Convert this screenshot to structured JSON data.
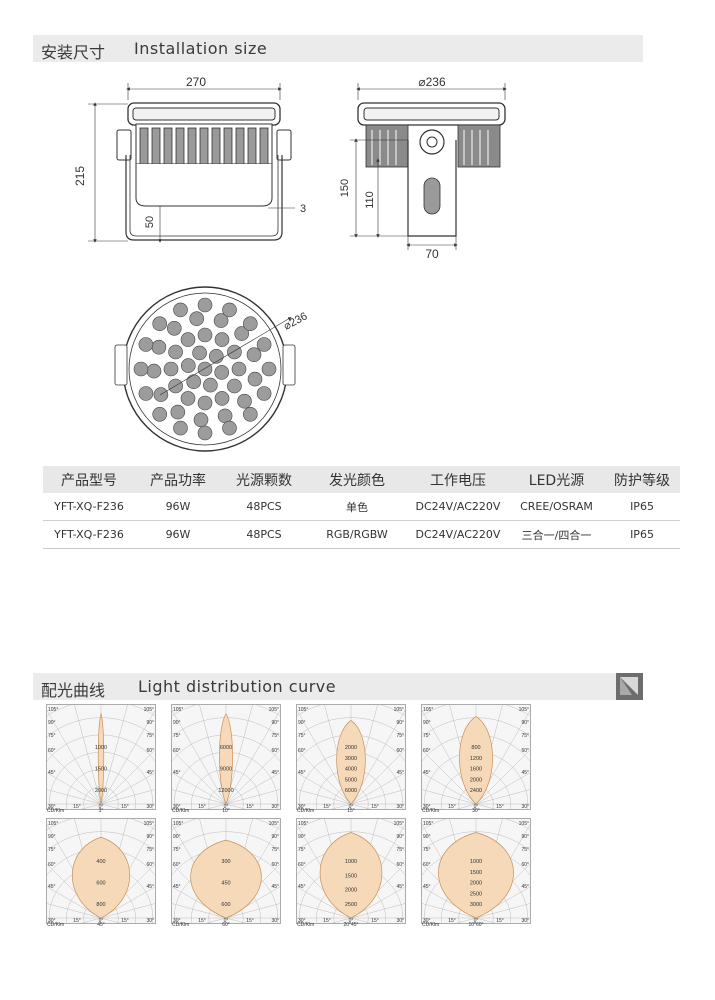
{
  "installation": {
    "title_zh": "安装尺寸",
    "title_en": "Installation size"
  },
  "dimensions": {
    "front_width": "270",
    "front_height": "215",
    "front_bracket": "50",
    "front_gap": "3",
    "side_diameter": "⌀236",
    "side_height": "150",
    "side_bracket": "110",
    "side_base": "70",
    "top_diameter": "⌀236"
  },
  "spec_table": {
    "headers": [
      "产品型号",
      "产品功率",
      "光源颗数",
      "发光颜色",
      "工作电压",
      "LED光源",
      "防护等级"
    ],
    "rows": [
      [
        "YFT-XQ-F236",
        "96W",
        "48PCS",
        "单色",
        "DC24V/AC220V",
        "CREE/OSRAM",
        "IP65"
      ],
      [
        "YFT-XQ-F236",
        "96W",
        "48PCS",
        "RGB/RGBW",
        "DC24V/AC220V",
        "三合一/四合一",
        "IP65"
      ]
    ]
  },
  "light_distribution": {
    "title_zh": "配光曲线",
    "title_en": "Light distribution curve"
  },
  "chart_data": [
    {
      "type": "polar",
      "beam": "3°",
      "radial_labels": [
        "1000",
        "1500",
        "2000"
      ],
      "angles": [
        "105°",
        "90°",
        "75°",
        "60°",
        "45°",
        "30°",
        "15°",
        "0°"
      ],
      "unit": "CD/Klm"
    },
    {
      "type": "polar",
      "beam": "10°",
      "radial_labels": [
        "6000",
        "9000",
        "12000"
      ],
      "angles": [
        "105°",
        "90°",
        "75°",
        "60°",
        "45°",
        "30°",
        "15°",
        "0°"
      ],
      "unit": "CD/Klm"
    },
    {
      "type": "polar",
      "beam": "15°",
      "radial_labels": [
        "2000",
        "3000",
        "4000",
        "5000",
        "6000"
      ],
      "angles": [
        "105°",
        "90°",
        "75°",
        "60°",
        "45°",
        "30°",
        "15°",
        "0°"
      ],
      "unit": "CD/Klm"
    },
    {
      "type": "polar",
      "beam": "30°",
      "radial_labels": [
        "800",
        "1200",
        "1600",
        "2000",
        "2400"
      ],
      "angles": [
        "105°",
        "90°",
        "75°",
        "60°",
        "45°",
        "30°",
        "15°",
        "0°"
      ],
      "unit": "CD/Klm"
    },
    {
      "type": "polar",
      "beam": "45°",
      "radial_labels": [
        "400",
        "600",
        "800"
      ],
      "angles": [
        "105°",
        "90°",
        "75°",
        "60°",
        "45°",
        "30°",
        "15°",
        "0°"
      ],
      "unit": "CD/Klm"
    },
    {
      "type": "polar",
      "beam": "60°",
      "radial_labels": [
        "300",
        "450",
        "600"
      ],
      "angles": [
        "105°",
        "90°",
        "75°",
        "60°",
        "45°",
        "30°",
        "15°",
        "0°"
      ],
      "unit": "CD/Klm"
    },
    {
      "type": "polar",
      "beam": "20*45°",
      "radial_labels": [
        "1000",
        "1500",
        "2000",
        "2500"
      ],
      "angles": [
        "105°",
        "90°",
        "75°",
        "60°",
        "45°",
        "30°",
        "15°",
        "0°"
      ],
      "unit": "CD/Klm"
    },
    {
      "type": "polar",
      "beam": "10*60°",
      "radial_labels": [
        "1000",
        "1500",
        "2000",
        "2500",
        "3000"
      ],
      "angles": [
        "105°",
        "90°",
        "75°",
        "60°",
        "45°",
        "30°",
        "15°",
        "0°"
      ],
      "unit": "CD/Klm"
    }
  ],
  "colors": {
    "beam_fill": "#f6d9b8",
    "beam_stroke": "#c9905a",
    "bar_bg": "#ebebeb",
    "table_header_bg": "#e8e8e8"
  }
}
